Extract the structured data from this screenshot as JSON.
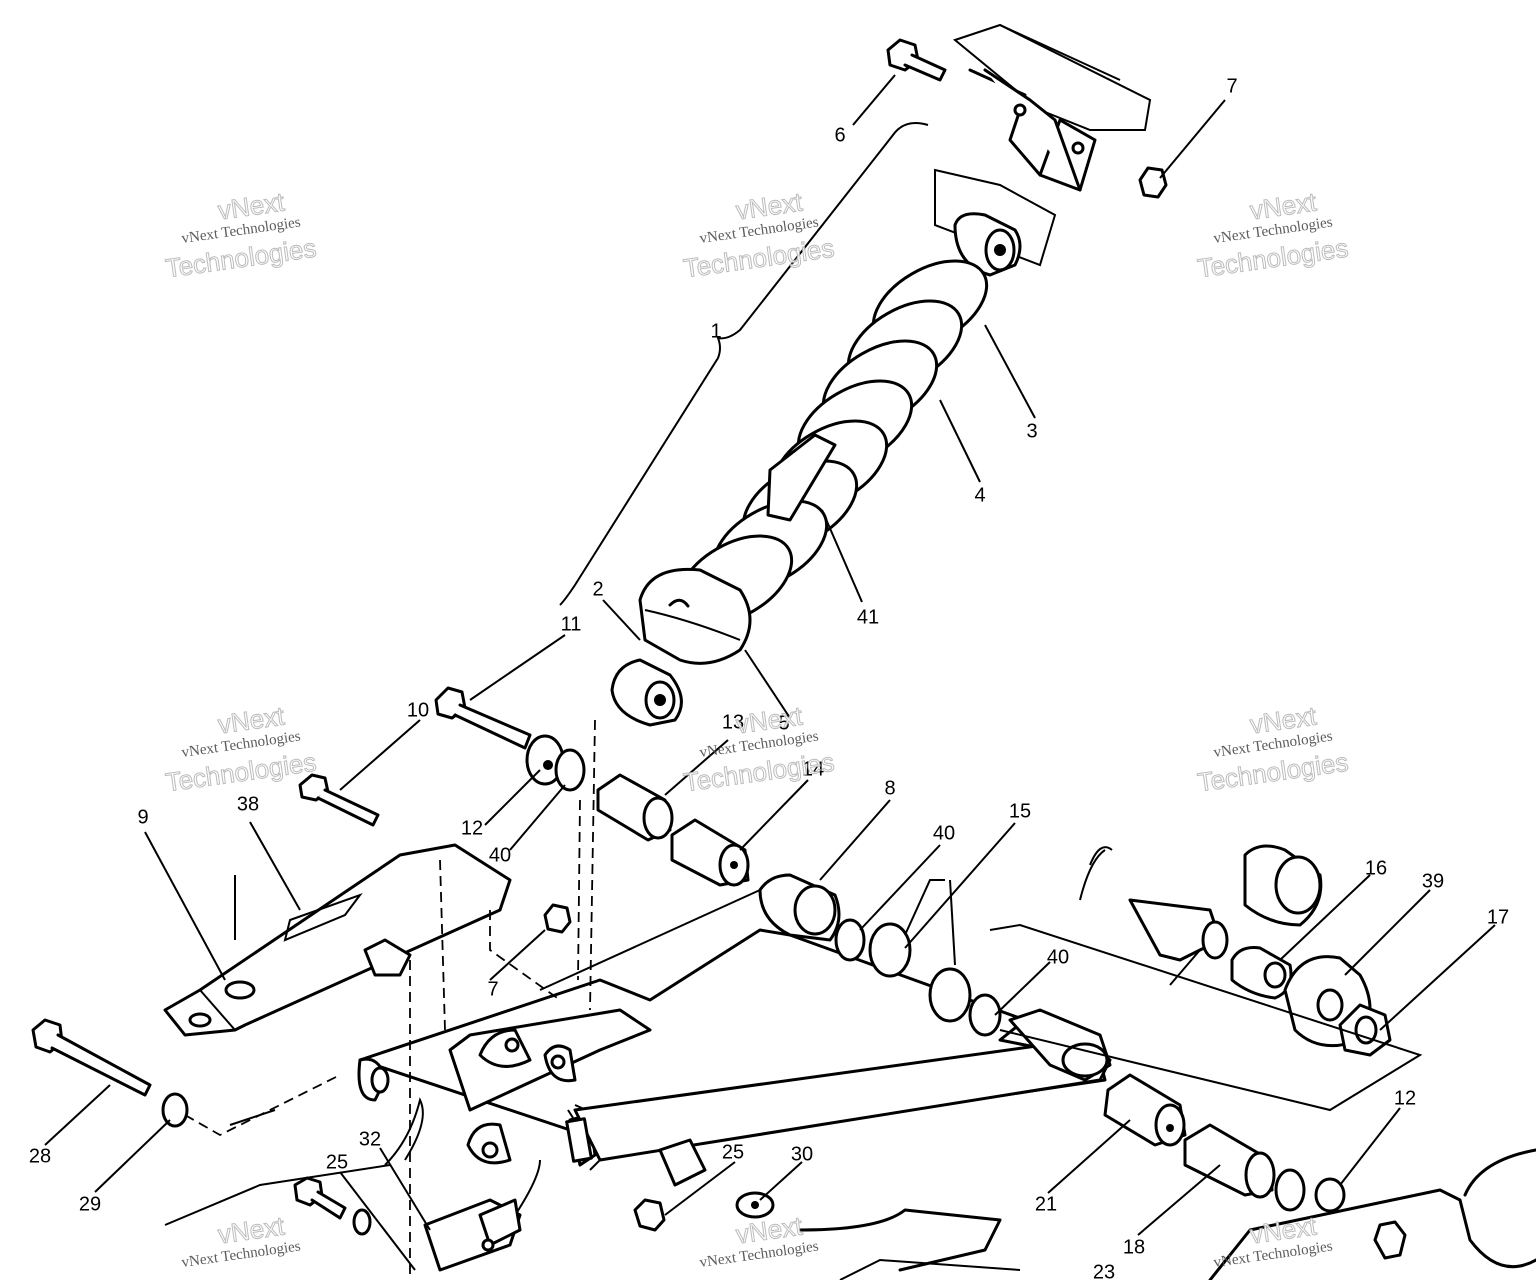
{
  "diagram": {
    "callouts": [
      "1",
      "2",
      "3",
      "4",
      "5",
      "6",
      "7",
      "7",
      "8",
      "9",
      "10",
      "11",
      "12",
      "12",
      "13",
      "14",
      "15",
      "16",
      "17",
      "18",
      "21",
      "23",
      "25",
      "25",
      "28",
      "29",
      "30",
      "32",
      "38",
      "39",
      "40",
      "40",
      "40",
      "41"
    ]
  },
  "watermark": {
    "word": "vNext",
    "line": "vNext Technologies",
    "big": "Technologies"
  }
}
